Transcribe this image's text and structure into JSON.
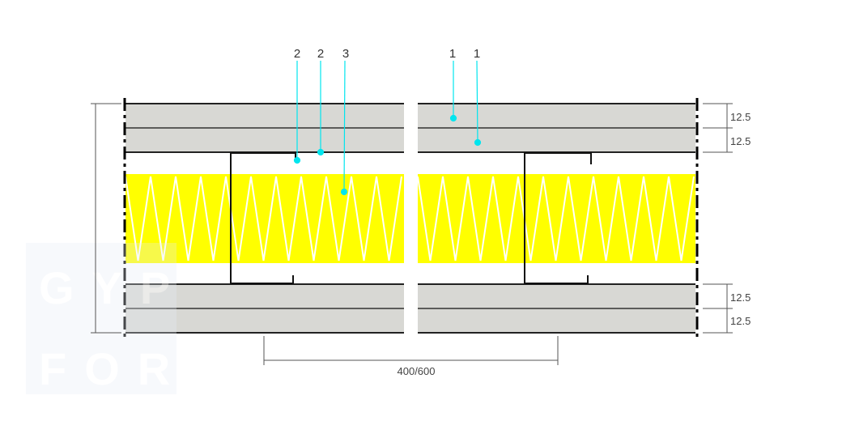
{
  "labels": {
    "l1": "2",
    "l2": "2",
    "l3": "3",
    "l4": "1",
    "l5": "1"
  },
  "dims": {
    "d1": "12.5",
    "d2": "12.5",
    "d3": "12.5",
    "d4": "12.5",
    "spacing": "400/600"
  },
  "watermark": {
    "line1": "GYP",
    "line2": "FOR"
  },
  "colors": {
    "board": "#d8d8d4",
    "insulation": "#ffff00",
    "leader": "#00e5ee"
  }
}
